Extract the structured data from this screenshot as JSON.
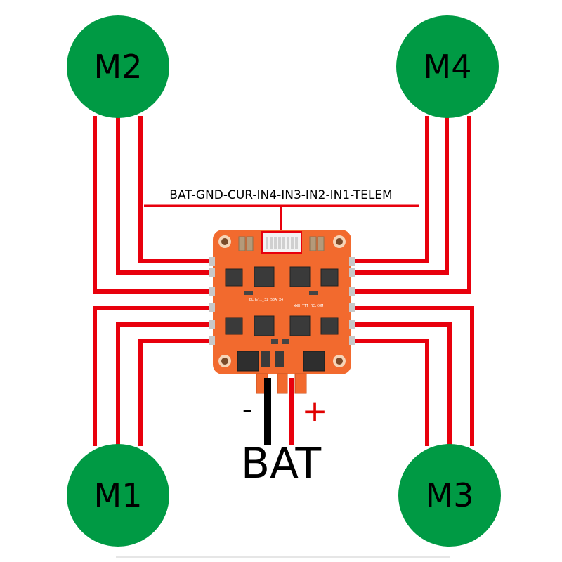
{
  "motors": {
    "m1": "M1",
    "m2": "M2",
    "m3": "M3",
    "m4": "M4"
  },
  "connector_label": "BAT-GND-CUR-IN4-IN3-IN2-IN1-TELEM",
  "battery": {
    "label": "BAT",
    "negative": "-",
    "positive": "+"
  },
  "board": {
    "model_text": "BLHeli_32 50A X4",
    "url_text": "WWW.TTT-RC.COM"
  },
  "colors": {
    "motor_fill": "#009a44",
    "wire": "#e8000d",
    "board": "#f26a2e",
    "chip": "#3a3a3a",
    "capacitor": "#b49a7a"
  }
}
